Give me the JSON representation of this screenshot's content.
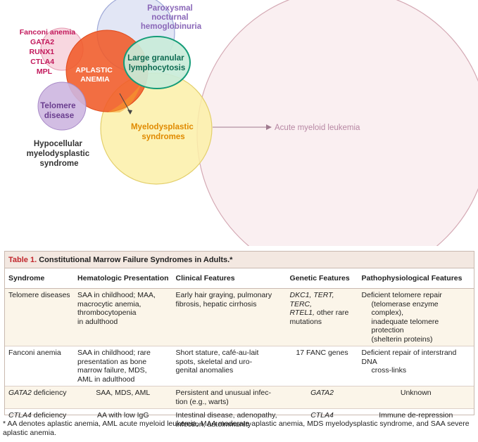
{
  "diagram": {
    "labels": {
      "pnh": [
        "Paroxysmal",
        "nocturnal",
        "hemoglobinuria"
      ],
      "inherited": [
        "Fanconi anemia",
        "GATA2",
        "RUNX1",
        "CTLA4",
        "MPL"
      ],
      "aplastic": [
        "APLASTIC",
        "ANEMIA"
      ],
      "lgl": [
        "Large granular",
        "lymphocytosis"
      ],
      "telomere": [
        "Telomere",
        "disease"
      ],
      "mds": [
        "Myelodysplastic",
        "syndromes"
      ],
      "aml": "Acute myeloid leukemia",
      "hypo": [
        "Hypocellular",
        "myelodysplastic",
        "syndrome"
      ]
    },
    "colors": {
      "pnh_text": "#8a67b8",
      "inherited_text": "#c2185b",
      "aplastic_fill": "#f05a28",
      "lgl_text": "#0d6b52",
      "lgl_stroke": "#149c78",
      "telomere_text": "#6a3d8f",
      "mds_text": "#e08a00",
      "aml_text": "#b787a3"
    }
  },
  "table": {
    "number": "Table 1.",
    "caption": "Constitutional Marrow Failure Syndromes in Adults.*",
    "headers": [
      "Syndrome",
      "Hematologic Presentation",
      "Clinical Features",
      "Genetic Features",
      "Pathophysiological Features"
    ],
    "rows": [
      {
        "syndrome": "Telomere diseases",
        "hematologic": [
          "SAA in childhood; MAA,",
          "macrocytic anemia,",
          "thrombocytopenia",
          "in adulthood"
        ],
        "clinical": [
          "Early hair graying, pulmonary",
          "fibrosis, hepatic cirrhosis"
        ],
        "genetic_genes": "DKC1, TERT, TERC,",
        "genetic_genes2": "RTEL1,",
        "genetic_rest": " other rare",
        "genetic_rest2": "mutations",
        "patho": [
          "Deficient telomere repair",
          "(telomerase enzyme complex),",
          "inadequate telomere protection",
          "(shelterin proteins)"
        ]
      },
      {
        "syndrome": "Fanconi anemia",
        "hematologic": [
          "SAA in childhood; rare",
          "presentation as bone",
          "marrow failure, MDS,",
          "AML in adulthood"
        ],
        "clinical": [
          "Short stature, café-au-lait",
          "spots, skeletal and uro-",
          "genital anomalies"
        ],
        "genetic": "17 FANC genes",
        "patho": [
          "Deficient repair of interstrand DNA",
          "cross-links"
        ]
      },
      {
        "syndrome_italic": "GATA2",
        "syndrome_rest": " deficiency",
        "hematologic": "SAA, MDS, AML",
        "clinical": [
          "Persistent and unusual infec-",
          "tion (e.g., warts)"
        ],
        "genetic": "GATA2",
        "patho": "Unknown"
      },
      {
        "syndrome_italic": "CTLA4",
        "syndrome_rest": " deficiency",
        "hematologic": "AA with low IgG",
        "clinical": [
          "Intestinal disease, adenopathy,",
          "infection, autoimmunity"
        ],
        "genetic": "CTLA4",
        "patho": "Immune de-repression"
      }
    ]
  },
  "footnote": [
    "* AA denotes aplastic anemia, AML acute myeloid leukemia, MAA moderate aplastic anemia, MDS myelodysplastic syndrome, and SAA severe",
    "aplastic anemia."
  ]
}
